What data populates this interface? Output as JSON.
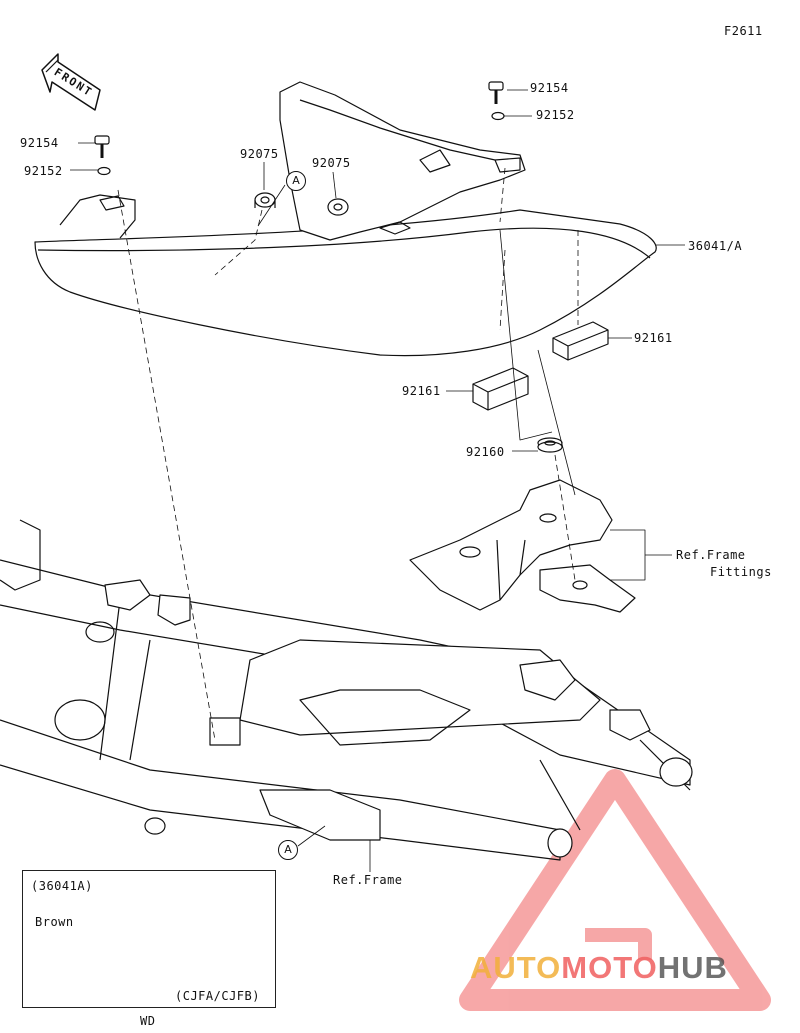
{
  "figure_code": "F2611",
  "front_arrow_label": "FRONT",
  "parts": {
    "bolt_right": "92154",
    "washer_right": "92152",
    "bolt_left": "92154",
    "washer_left": "92152",
    "grommet_left": "92075",
    "grommet_mid": "92075",
    "seat_cowl": "36041/A",
    "damper_right": "92161",
    "damper_left": "92161",
    "grommet_lower": "92160"
  },
  "callout_marker": "A",
  "ref_fittings": [
    "Ref.Frame",
    "Fittings"
  ],
  "ref_frame": "Ref.Frame",
  "inset": {
    "part": "(36041A)",
    "color": "Brown",
    "models": "(CJFA/CJFB)"
  },
  "footer_code": "WD",
  "watermark": {
    "auto": "AUTO",
    "moto": "MOTO",
    "hub": "HUB",
    "colors": {
      "auto": "#f2b03a",
      "moto": "#f06060",
      "hub": "#444444"
    }
  }
}
